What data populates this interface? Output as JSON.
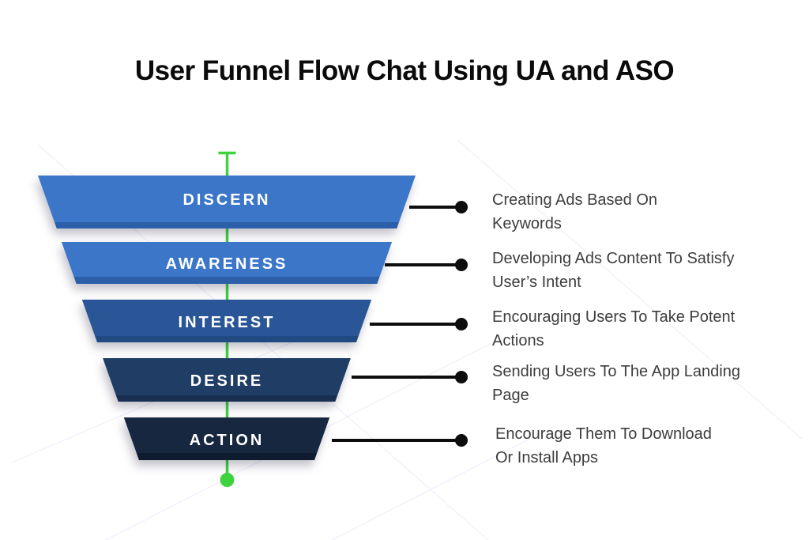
{
  "title": "User Funnel Flow Chat Using UA and ASO",
  "colors": {
    "accent_green": "#3ed33e",
    "connector_black": "#0d0d0d",
    "description_text": "#3d3d3d",
    "label_text": "#ffffff"
  },
  "funnel": {
    "items": [
      {
        "label": "DISCERN",
        "fill": "#3b76c9",
        "bevel": "#2b5fa9",
        "desc_lines": [
          "Creating Ads Based On",
          "Keywords"
        ]
      },
      {
        "label": "AWARENESS",
        "fill": "#3b76c9",
        "bevel": "#2b5fa9",
        "desc_lines": [
          "Developing Ads Content To Satisfy",
          "User’s Intent"
        ]
      },
      {
        "label": "INTEREST",
        "fill": "#2a5697",
        "bevel": "#224a82",
        "desc_lines": [
          "Encouraging Users To Take Potent",
          "Actions"
        ]
      },
      {
        "label": "DESIRE",
        "fill": "#203d66",
        "bevel": "#182f52",
        "desc_lines": [
          "Sending Users To The App Landing",
          "Page"
        ]
      },
      {
        "label": "ACTION",
        "fill": "#16273f",
        "bevel": "#0f1c30",
        "desc_lines": [
          "Encourage Them To Download",
          "Or Install Apps"
        ]
      }
    ]
  }
}
